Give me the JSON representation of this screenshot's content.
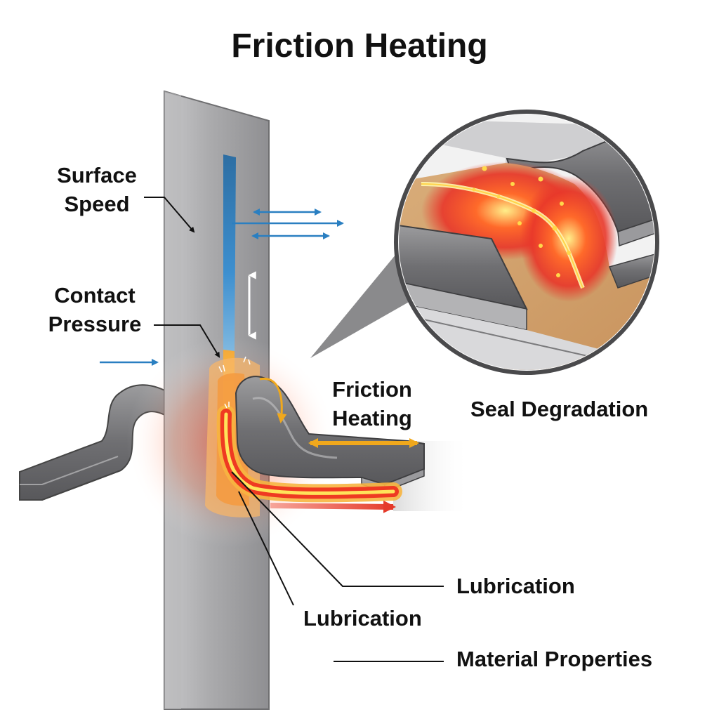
{
  "title": "Friction Heating",
  "labels": {
    "surface_speed": [
      "Surface",
      "Speed"
    ],
    "contact_pressure": [
      "Contact",
      "Pressure"
    ],
    "friction_heating": [
      "Friction",
      "Heating"
    ],
    "seal_degradation": "Seal Degradation",
    "lubrication_right": "Lubrication",
    "lubrication_bottom": "Lubrication",
    "material_properties": "Material Properties"
  },
  "colors": {
    "shaft": "#a9a9ab",
    "seal_metal": "#8a8a8c",
    "heat_core": "#ffe35a",
    "heat_hot": "#ef3a22",
    "speed_arrow": "#2a7fc1",
    "friction_arrow": "#f0a81c",
    "pressure_arrow": "#ffffff",
    "outflow_arrow": "#e53a2a",
    "leader_line": "#111111"
  }
}
